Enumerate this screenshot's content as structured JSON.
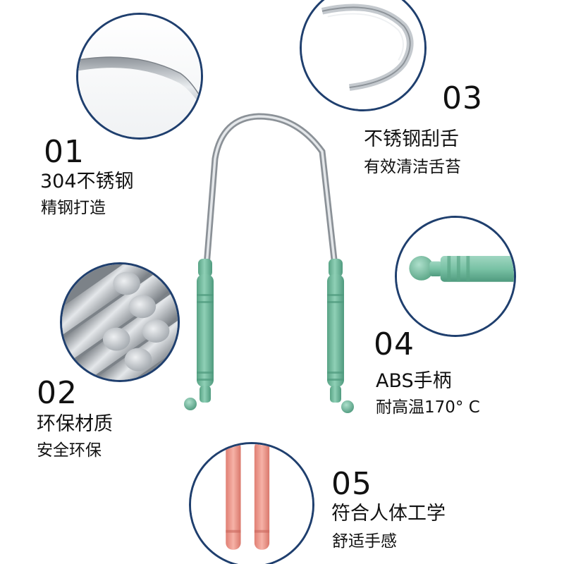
{
  "features": [
    {
      "number": "01",
      "title": "304不锈钢",
      "subtitle": "精钢打造"
    },
    {
      "number": "02",
      "title": "环保材质",
      "subtitle": "安全环保"
    },
    {
      "number": "03",
      "title": "不锈钢刮舌",
      "subtitle": "有效清洁舌苔"
    },
    {
      "number": "04",
      "title": "ABS手柄",
      "subtitle": "耐高温170° C"
    },
    {
      "number": "05",
      "title": "符合人体工学",
      "subtitle": "舒适手感"
    }
  ],
  "colors": {
    "circle_border": "#1f3f6e",
    "handle_green": "#79c2a5",
    "handle_pink": "#ef9a8e",
    "steel": "#b9bec3",
    "text": "#111111"
  },
  "icons": {
    "circle_01": "steel-band-closeup-icon",
    "circle_02": "steel-rods-icon",
    "circle_03": "scraper-edge-closeup-icon",
    "circle_04": "handle-tip-closeup-icon",
    "circle_05": "pink-handles-icon",
    "product": "tongue-scraper-icon"
  }
}
